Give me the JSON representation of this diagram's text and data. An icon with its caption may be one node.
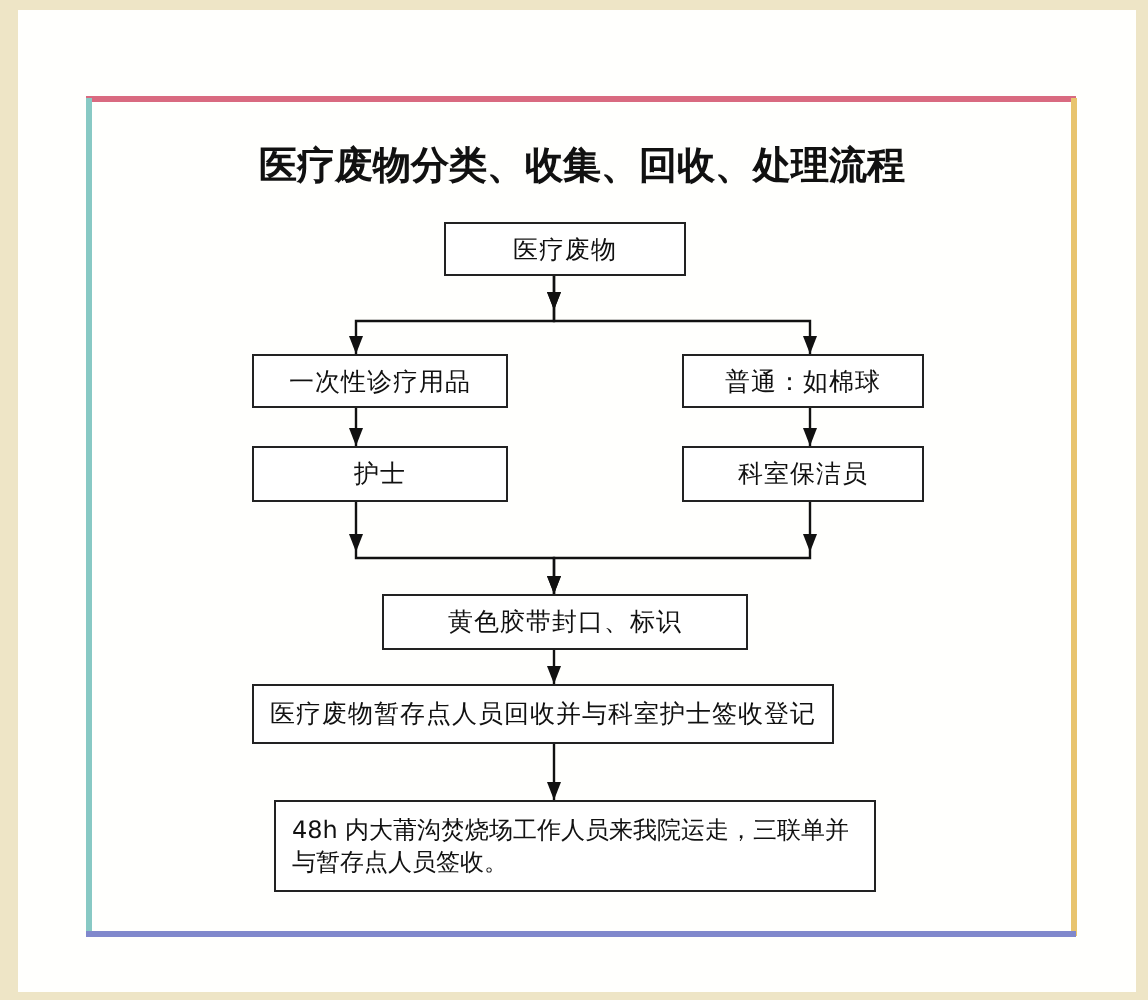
{
  "diagram": {
    "title": "医疗废物分类、收集、回收、处理流程",
    "nodes": [
      {
        "text": [
          "医疗废物"
        ]
      },
      {
        "text": [
          "一次性诊疗用品"
        ]
      },
      {
        "text": [
          "普通：如棉球"
        ]
      },
      {
        "text": [
          "护士"
        ]
      },
      {
        "text": [
          "科室保洁员"
        ]
      },
      {
        "text": [
          "黄色胶带封口、标识"
        ]
      },
      {
        "text": [
          "医疗废物暂存点人员回收并与科室护士签收登记"
        ]
      },
      {
        "text": [
          "48h 内大莆沟焚烧场工作人员来我院运走，三联单并与暂存点人员签收。"
        ]
      }
    ],
    "edges": [
      {
        "from": 0,
        "to": 1,
        "arrow": "to"
      },
      {
        "from": 0,
        "to": 2,
        "arrow": "to"
      },
      {
        "from": 1,
        "to": 3,
        "arrow": "to"
      },
      {
        "from": 2,
        "to": 4,
        "arrow": "to"
      },
      {
        "from": 3,
        "to": 5,
        "arrow": "to"
      },
      {
        "from": 4,
        "to": 5,
        "arrow": "to"
      },
      {
        "from": 5,
        "to": 6,
        "arrow": "to"
      },
      {
        "from": 6,
        "to": 7,
        "arrow": "to"
      }
    ]
  }
}
